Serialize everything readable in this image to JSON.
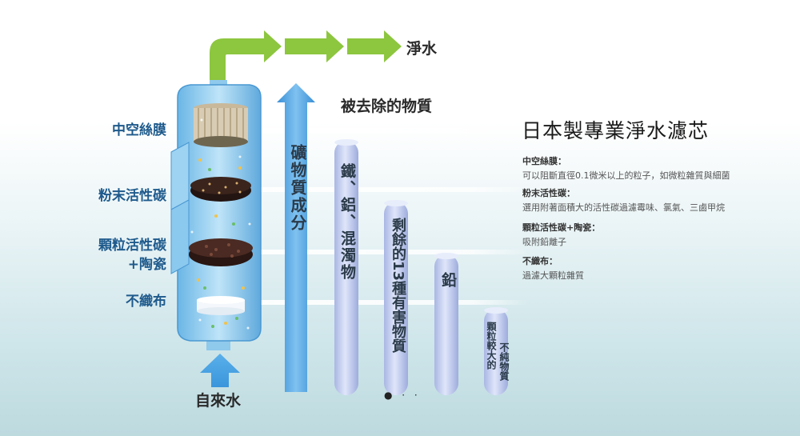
{
  "header": {
    "pure_water": "淨水",
    "removed_title": "被去除的物質",
    "main_title": "日本製專業淨水濾芯"
  },
  "layers": {
    "hollow": "中空絲膜",
    "powder": "粉末活性碳",
    "granular_1": "顆粒活性碳",
    "granular_2": "+陶瓷",
    "nonwoven": "不織布"
  },
  "input_label": "自來水",
  "columns": {
    "minerals": "礦物質成分",
    "iron": "鐵、鋁、混濁物",
    "remaining": "剩餘的13種有害物質",
    "lead": "鉛",
    "large_a": "顆粒較大的",
    "large_b": "不純物質",
    "dots": "● · ·"
  },
  "descriptions": [
    {
      "title": "中空絲膜：",
      "body": "可以阻斷直徑0.1微米以上的粒子，如微粒雜質與細菌"
    },
    {
      "title": "粉末活性碳：",
      "body": "選用附著面積大的活性碳過濾霉味、氯氣、三鹵甲烷"
    },
    {
      "title": "顆粒活性碳+陶瓷：",
      "body": "吸附鉛離子"
    },
    {
      "title": "不織布：",
      "body": "過濾大顆粒雜質"
    }
  ],
  "colors": {
    "arrow_green": "#8dc63f",
    "arrow_blue": "#2f8fd8",
    "tube_blue": "#b9c6ea",
    "filter_blue": "#7fc4ec",
    "label_blue": "#1e5a8c"
  }
}
